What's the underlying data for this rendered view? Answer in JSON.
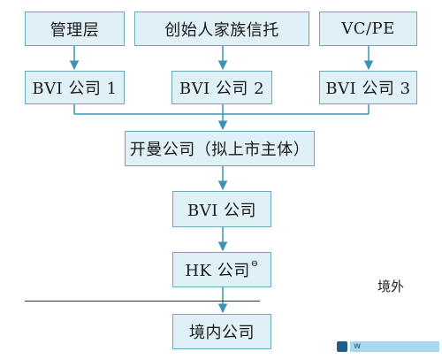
{
  "nodes": {
    "management": "管理层",
    "family_trust": "创始人家族信托",
    "vc_pe": "VC/PE",
    "bvi1": "BVI 公司 1",
    "bvi2": "BVI 公司 2",
    "bvi3": "BVI 公司 3",
    "listing_entity": "开曼公司（拟上市主体）",
    "bvi_company": "BVI 公司",
    "hk_company": "HK 公司",
    "hk_company_footnote": "⊖",
    "domestic_company": "境内公司"
  },
  "labels": {
    "offshore": "境外"
  },
  "watermark": {
    "text": "w"
  },
  "colors": {
    "box_fill": "#dff0f7",
    "box_border": "#6aa8bd",
    "arrow": "#3b93b3",
    "text": "#1a1a1a"
  }
}
